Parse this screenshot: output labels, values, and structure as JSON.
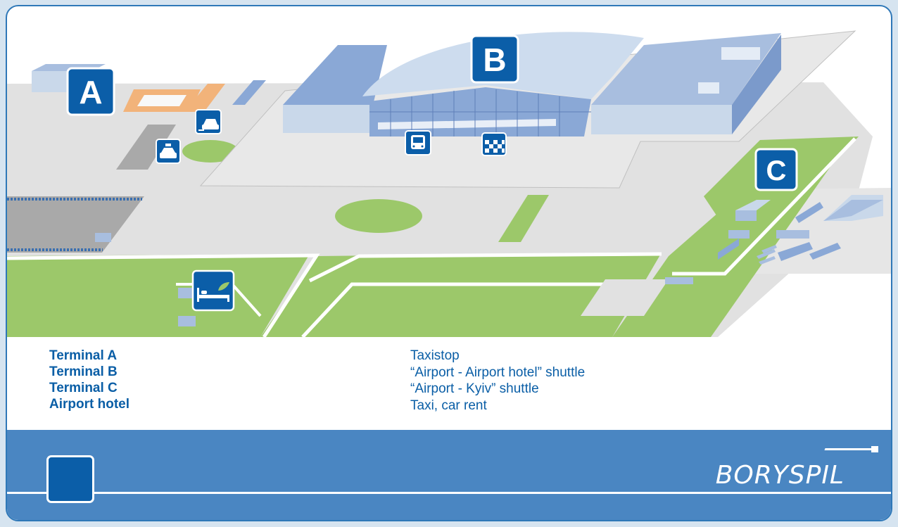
{
  "terminals": {
    "a": "A",
    "b": "B",
    "c": "C"
  },
  "legend": {
    "left": [
      "Terminal A",
      "Terminal B",
      "Terminal C",
      "Airport hotel"
    ],
    "right": [
      "Taxistop",
      "“Airport - Airport hotel” shuttle",
      "“Airport - Kyiv” shuttle",
      "Taxi, car rent"
    ]
  },
  "brand": "BORYSPIL",
  "icons": {
    "terminal_badge": "letter-badge",
    "taxi": "taxi-icon",
    "car_rent": "car-rent-icon",
    "bus": "bus-icon",
    "taxistop": "taxistop-checker-icon",
    "hotel": "hotel-bed-icon"
  },
  "colors": {
    "badge": "#0b5ea8",
    "green": "#9cc86a",
    "building": "#a8bedf",
    "footer": "#4a86c2",
    "legend_text": "#0a5ea6"
  }
}
